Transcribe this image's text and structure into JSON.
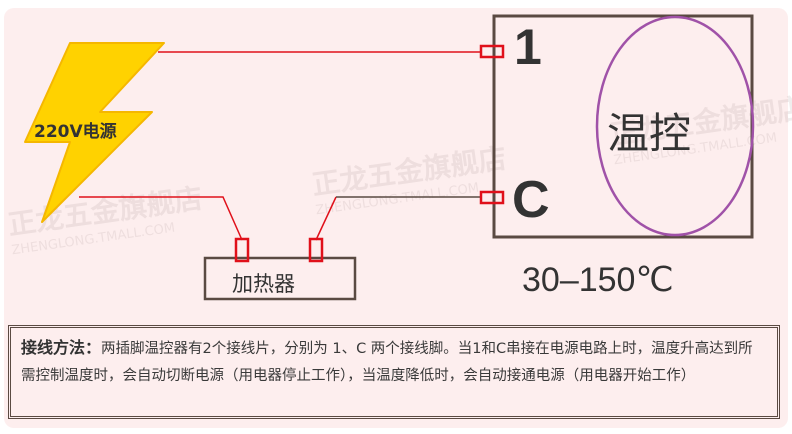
{
  "diagram": {
    "power_source": {
      "label": "220V电源",
      "color": "#ffd200",
      "edge_color": "#f0b800"
    },
    "thermostat": {
      "label": "温控",
      "pin_1": "1",
      "pin_c": "C",
      "temperature_range": "30–150℃",
      "box_color": "#5a4a42",
      "ellipse_color": "#a052a8"
    },
    "heater": {
      "label": "加热器",
      "box_color": "#5a4a42"
    },
    "wires": {
      "live_color": "#e0101a",
      "neutral_color": "#5a4a42",
      "terminal_color": "#e0101a"
    },
    "watermarks": [
      {
        "cn": "正龙五金旗舰店",
        "en": "ZHENGLONG.TMALL.COM"
      },
      {
        "cn": "正龙五金旗舰店",
        "en": "ZHENGLONG.TMALL.COM"
      },
      {
        "cn": "正龙五金旗舰店",
        "en": "ZHENGLONG.TMALL.COM"
      }
    ]
  },
  "note": {
    "title": "接线方法：",
    "body": "两插脚温控器有2个接线片，分别为 1、C 两个接线脚。当1和C串接在电源电路上时，温度升高达到所需控制温度时，会自动切断电源（用电器停止工作），当温度降低时，会自动接通电源（用电器开始工作）"
  },
  "background_color": "#fdeeee"
}
